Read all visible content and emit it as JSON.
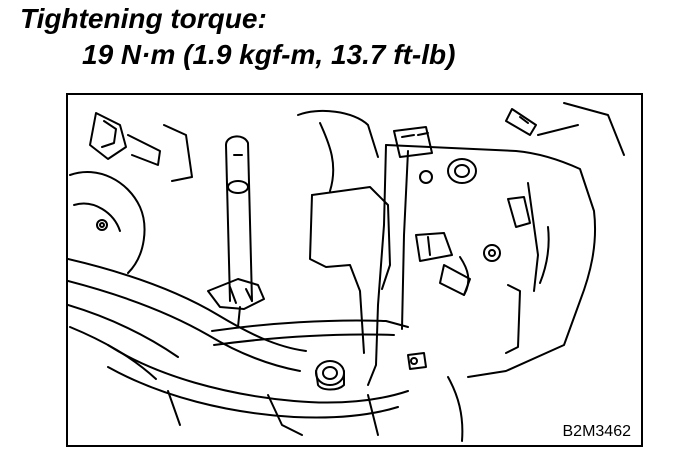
{
  "heading": "Tightening torque:",
  "torque_spec": "19 N·m (1.9 kgf-m, 13.7 ft-lb)",
  "figure": {
    "code": "B2M3462"
  }
}
